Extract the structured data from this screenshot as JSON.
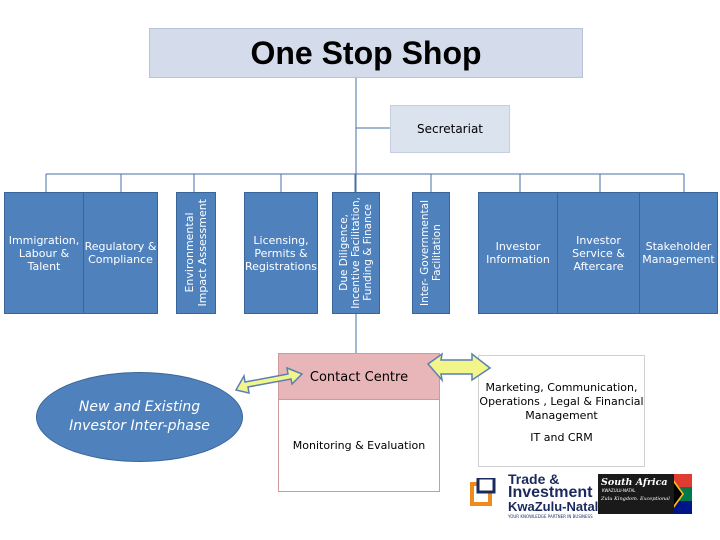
{
  "title": "One Stop Shop",
  "secretariat": "Secretariat",
  "departments": [
    {
      "label": "Immigration,\nLabour &\nTalent"
    },
    {
      "label": "Regulatory &\nCompliance"
    },
    {
      "label": "Environmental\nImpact Assessment"
    },
    {
      "label": "Licensing,\nPermits &\nRegistrations"
    },
    {
      "label": "Due Diligence,\nIncentive Facilitation,\nFunding & Finance"
    },
    {
      "label": "Inter- Governmental\nFacilitation"
    },
    {
      "label": "Investor\nInformation"
    },
    {
      "label": "Investor\nService &\nAftercare"
    },
    {
      "label": "Stakeholder\nManagement"
    }
  ],
  "contact_centre": "Contact Centre",
  "monitoring": "Monitoring & Evaluation",
  "investor_interphase": "New and Existing\nInvestor Inter-phase",
  "marketing": "Marketing, Communication,\nOperations , Legal & Financial\nManagement",
  "it_crm": "IT and CRM",
  "logo": {
    "tik_line1": "Trade &",
    "tik_line2": "Investment",
    "tik_line3": "KwaZulu-Natal",
    "tik_tagline": "YOUR KNOWLEDGE PARTNER IN BUSINESS",
    "sa_line1": "South Africa",
    "sa_line2": "KWAZULU-NATAL",
    "sa_tagline": "Zulu Kingdom. Exceptional"
  },
  "colors": {
    "department_fill": "#4f81bd",
    "title_fill": "#d4dceb",
    "contact_fill": "#e8b6b8",
    "arrow_fill": "#f2f58a"
  }
}
